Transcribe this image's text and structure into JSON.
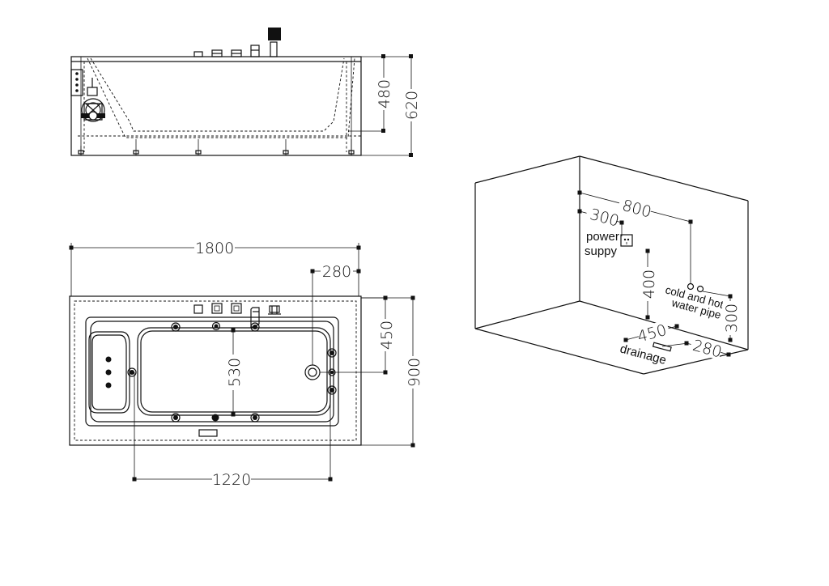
{
  "side_view": {
    "dim_height_inner": "480",
    "dim_height_total": "620"
  },
  "top_view": {
    "dim_length": "1800",
    "dim_drain_offset": "280",
    "dim_inner_width": "530",
    "dim_drain_depth": "450",
    "dim_width": "900",
    "dim_inner_length": "1220"
  },
  "room_view": {
    "dim_pipe_distance": "800",
    "dim_power_distance": "300",
    "dim_power_height": "400",
    "dim_pipe_height": "300",
    "dim_drain_distance": "450",
    "dim_drain_offset": "280",
    "label_power_line1": "power",
    "label_power_line2": "suppy",
    "label_pipe_line1": "cold and hot",
    "label_pipe_line2": "water pipe",
    "label_drainage": "drainage"
  }
}
